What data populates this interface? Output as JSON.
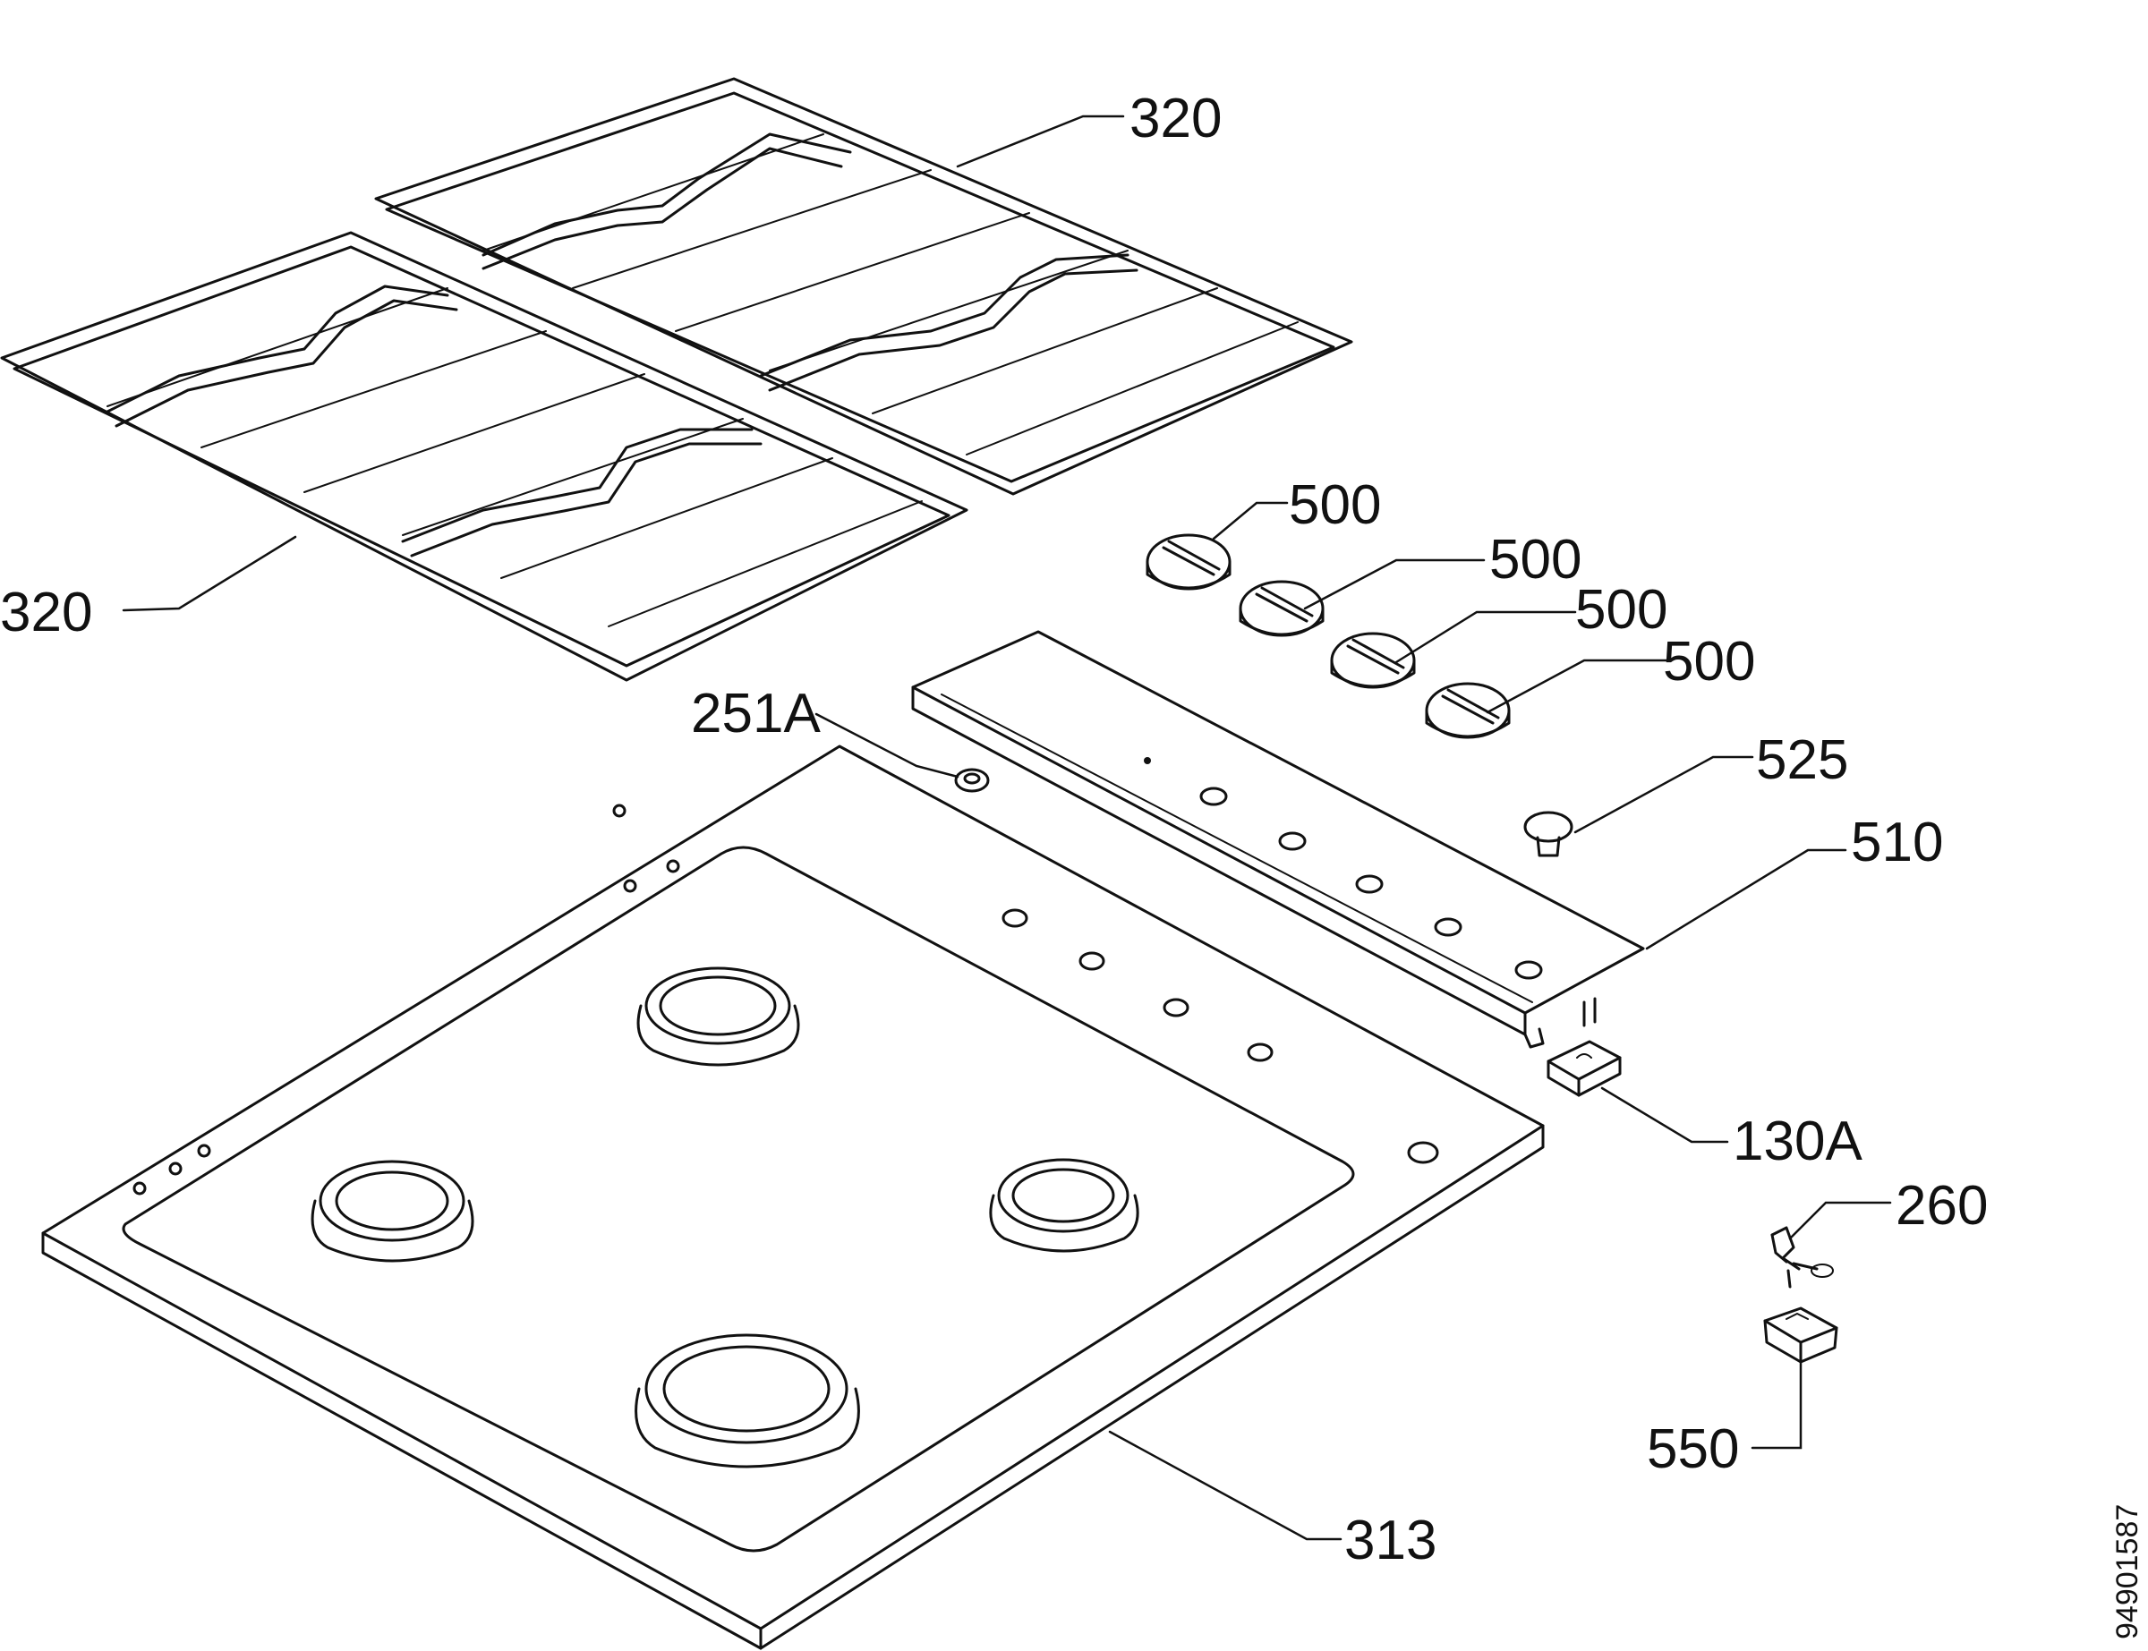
{
  "labels": {
    "grate_upper": "320",
    "grate_lower": "320",
    "knob_1": "500",
    "knob_2": "500",
    "knob_3": "500",
    "knob_4": "500",
    "button": "525",
    "control_panel": "510",
    "plug": "251A",
    "block": "130A",
    "bracket": "260",
    "switch": "550",
    "hob": "313"
  },
  "doc_id": "94901587"
}
